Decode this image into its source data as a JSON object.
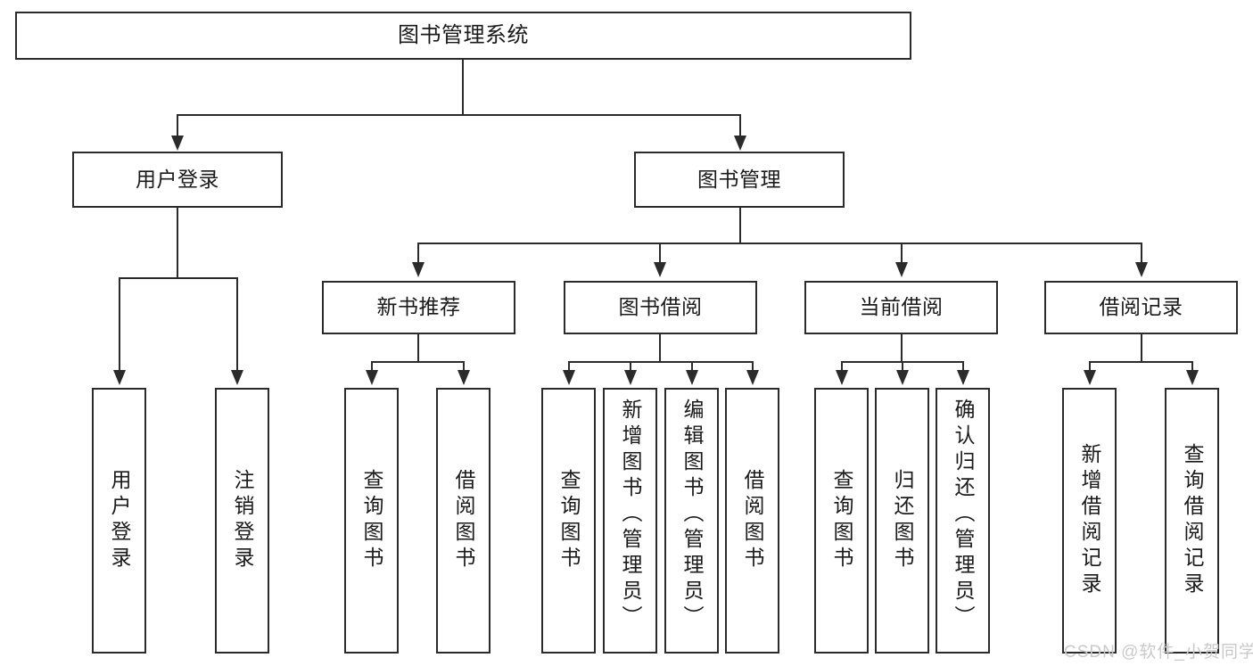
{
  "diagram": {
    "title": "图书管理系统",
    "type": "tree-structure-chart",
    "root": {
      "label": "图书管理系统"
    },
    "level2": [
      {
        "label": "用户登录"
      },
      {
        "label": "图书管理"
      }
    ],
    "level3": [
      {
        "label": "新书推荐"
      },
      {
        "label": "图书借阅"
      },
      {
        "label": "当前借阅"
      },
      {
        "label": "借阅记录"
      }
    ],
    "leaves": {
      "user_login": [
        {
          "label": "用户登录"
        },
        {
          "label": "注销登录"
        }
      ],
      "new_book_recommend": [
        {
          "label": "查询图书"
        },
        {
          "label": "借阅图书"
        }
      ],
      "book_borrow": [
        {
          "label": "查询图书"
        },
        {
          "label": "新增图书（管理员）"
        },
        {
          "label": "编辑图书（管理员）"
        },
        {
          "label": "借阅图书"
        }
      ],
      "current_borrow": [
        {
          "label": "查询图书"
        },
        {
          "label": "归还图书"
        },
        {
          "label": "确认归还（管理员）"
        }
      ],
      "borrow_record": [
        {
          "label": "新增借阅记录"
        },
        {
          "label": "查询借阅记录"
        }
      ]
    }
  },
  "watermark": {
    "text": "CSDN @软件_小贺同学"
  },
  "colors": {
    "stroke": "#2b2b2b",
    "fill": "#ffffff",
    "text": "#1a1a1a",
    "watermark": "#c9c9c9"
  }
}
